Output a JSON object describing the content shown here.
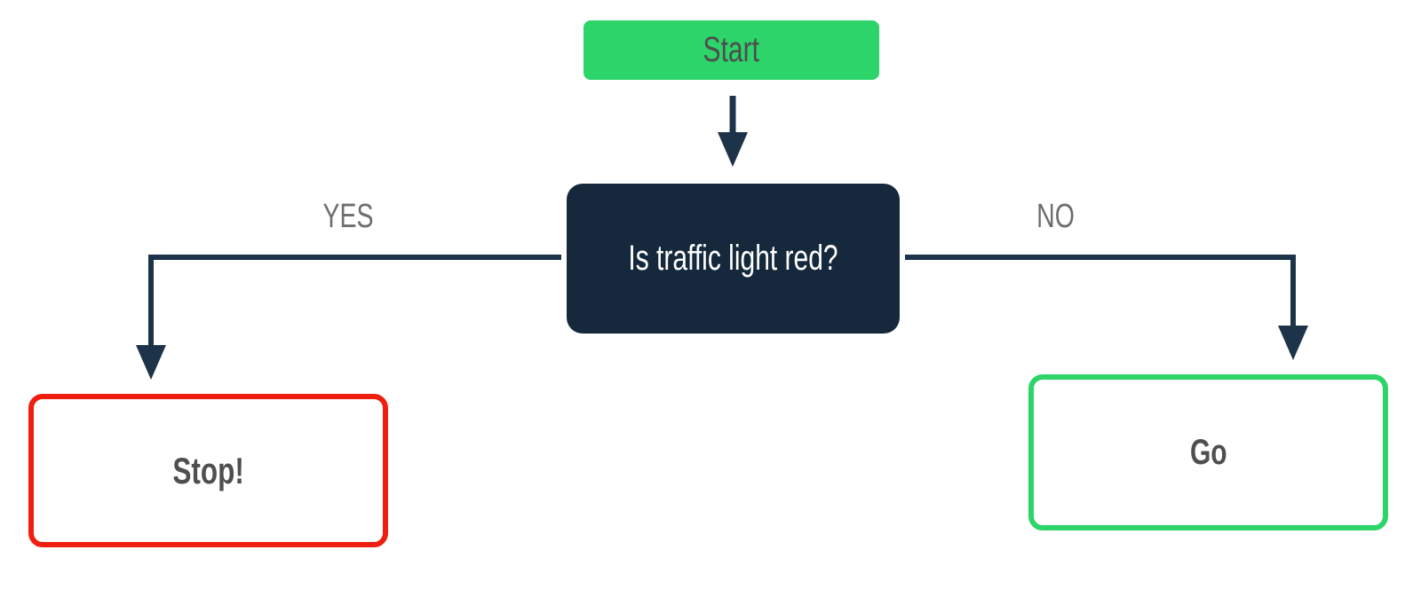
{
  "diagram": {
    "type": "flowchart",
    "background": "#FFFFFF",
    "nodes": {
      "start": {
        "label": "Start",
        "shape": "rounded-rect",
        "fill": "#2DD469",
        "text_color": "#4D4D4D"
      },
      "decision": {
        "label": "Is traffic light red?",
        "shape": "rounded-rect",
        "fill": "#16293C",
        "text_color": "#FFFFFF"
      },
      "stop": {
        "label": "Stop!",
        "shape": "rounded-rect",
        "fill": "#FFFFFF",
        "border_color": "#F01E0E",
        "text_color": "#4F4F4F"
      },
      "go": {
        "label": "Go",
        "shape": "rounded-rect",
        "fill": "#FFFFFF",
        "border_color": "#2DD469",
        "text_color": "#4F4F4F"
      }
    },
    "edges": {
      "start_to_decision": {
        "from": "start",
        "to": "decision",
        "label": ""
      },
      "yes": {
        "from": "decision",
        "to": "stop",
        "label": "YES"
      },
      "no": {
        "from": "decision",
        "to": "go",
        "label": "NO"
      }
    },
    "colors": {
      "connector": "#1D3349",
      "edge_label_gray": "#6E6E6E"
    }
  }
}
